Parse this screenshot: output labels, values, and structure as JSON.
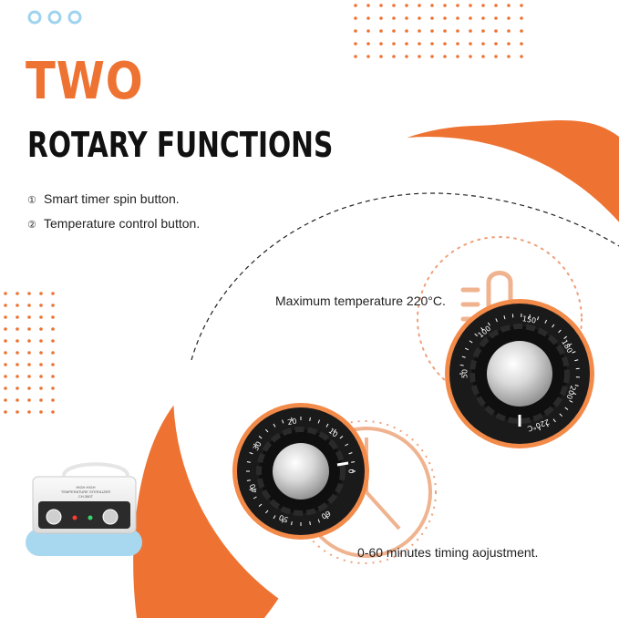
{
  "headline": {
    "line1": "TWO",
    "line2": "ROTARY FUNCTIONS"
  },
  "features": [
    {
      "num": "①",
      "label": "Smart timer spin button."
    },
    {
      "num": "②",
      "label": "Temperature control button."
    }
  ],
  "captions": {
    "temperature": "Maximum temperature 220°C.",
    "timer": "0-60 minutes timing aojustment."
  },
  "timer_dial": {
    "ticks": [
      "0",
      "10",
      "20",
      "30",
      "40",
      "50",
      "60"
    ]
  },
  "temperature_dial": {
    "ticks": [
      "50",
      "100",
      "150",
      "180",
      "200",
      "220°C"
    ]
  },
  "device": {
    "label_lines": [
      "HIGH HIGH",
      "TEMPERATURE STERILIZER",
      "CH-360T"
    ]
  },
  "colors": {
    "accent": "#ee7332",
    "accent_light": "#f59a63",
    "text": "#111111",
    "dots_blue": "#9fd3ee"
  }
}
